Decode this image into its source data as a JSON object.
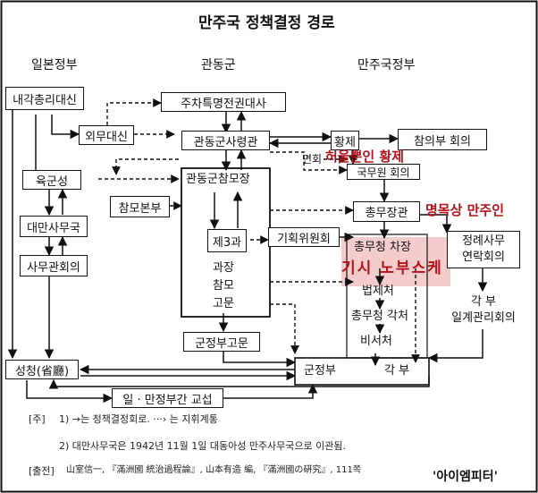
{
  "title": "만주국 정책결정 경로",
  "columns": {
    "japan": "일본정부",
    "kwantung": "관동군",
    "manchukuo": "만주국정부"
  },
  "nodes": {
    "cabinet_pm": "내각총리대신",
    "foreign_minister": "외무대신",
    "army_ministry": "육군성",
    "taiwan_bureau": "대만사무국",
    "affairs_council": "사무관회의",
    "ambassador": "주차특명전권대사",
    "kwantung_commander": "관동군사령관",
    "kwantung_chief_of_staff": "관동군참모장",
    "general_staff": "참모본부",
    "section3": "제3과",
    "section3_detail": [
      "과장",
      "참모",
      "고문"
    ],
    "military_advisor": "군정부고문",
    "emperor": "황제",
    "privy_council": "참의부 회의",
    "exemption": "면회",
    "state_council": "국무원 회의",
    "general_affairs_director": "총무장관",
    "planning_committee": "기획위원회",
    "deputy_director": "총무청 차장",
    "legislative_office": "법제처",
    "department_heads": "총무청 각처",
    "secretariat": "비서처",
    "regular_affairs": [
      "정례사무",
      "연락회의"
    ],
    "ministries_council": [
      "각  부",
      "일계관리회의"
    ],
    "provinces": "성청(省廳)",
    "military_ministry": "군정부",
    "ministries": "각  부",
    "exchange": "일 · 만정부간 교섭"
  },
  "annotations": {
    "puppet_emperor": "허울뿐인 황제",
    "nominal_master": "명목상 만주인",
    "kishi": "기시 노부스케"
  },
  "footnotes": {
    "legend_prefix": "[주]",
    "legend_line1": "1) →는 정책결정회로. ···› 는 지휘계통",
    "legend_line2": "2) 대만사무국은 1942년 11월 1일 대동아성 만주사무국으로 이관됨.",
    "source_prefix": "[출전]",
    "source_text": "山室信一, 『滿洲國 統治過程論』, 山本有造 編, 『滿洲國の硏究』, 111쪽"
  },
  "watermark": "'아이엠피터'",
  "colors": {
    "ink": "#111111",
    "annotation_red": "#b3121a",
    "highlight_fill": "#f3c6c6"
  }
}
